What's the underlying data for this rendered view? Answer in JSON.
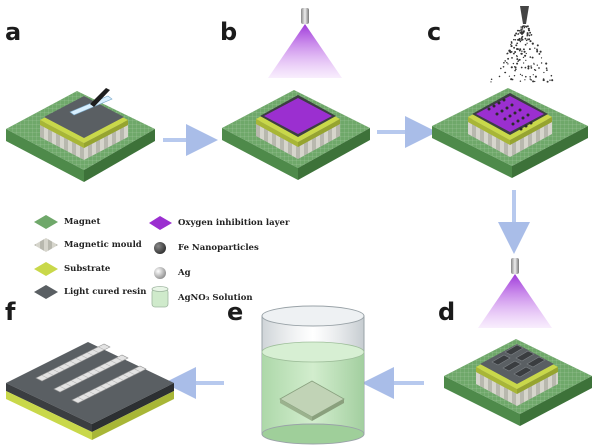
{
  "panels": {
    "a": "a",
    "b": "b",
    "c": "c",
    "d": "d",
    "e": "e",
    "f": "f"
  },
  "legend": {
    "magnet": "Magnet",
    "magnetic_mould": "Magnetic mould",
    "substrate": "Substrate",
    "light_cured_resin": "Light cured resin",
    "oxygen_inhibition_layer": "Oxygen inhibition layer",
    "fe_nanoparticles": "Fe Nanoparticles",
    "ag": "Ag",
    "agno3_solution": "AgNO₃ Solution"
  },
  "colors": {
    "magnet": "#6fa86a",
    "mould": "#cfcfc6",
    "substrate": "#c9d84a",
    "resin": "#5a5f63",
    "oxygen_layer": "#9b2fd0",
    "uv_light": "#b050e0",
    "arrow": "#b7c9ee",
    "solution": "#b9e0b4"
  }
}
